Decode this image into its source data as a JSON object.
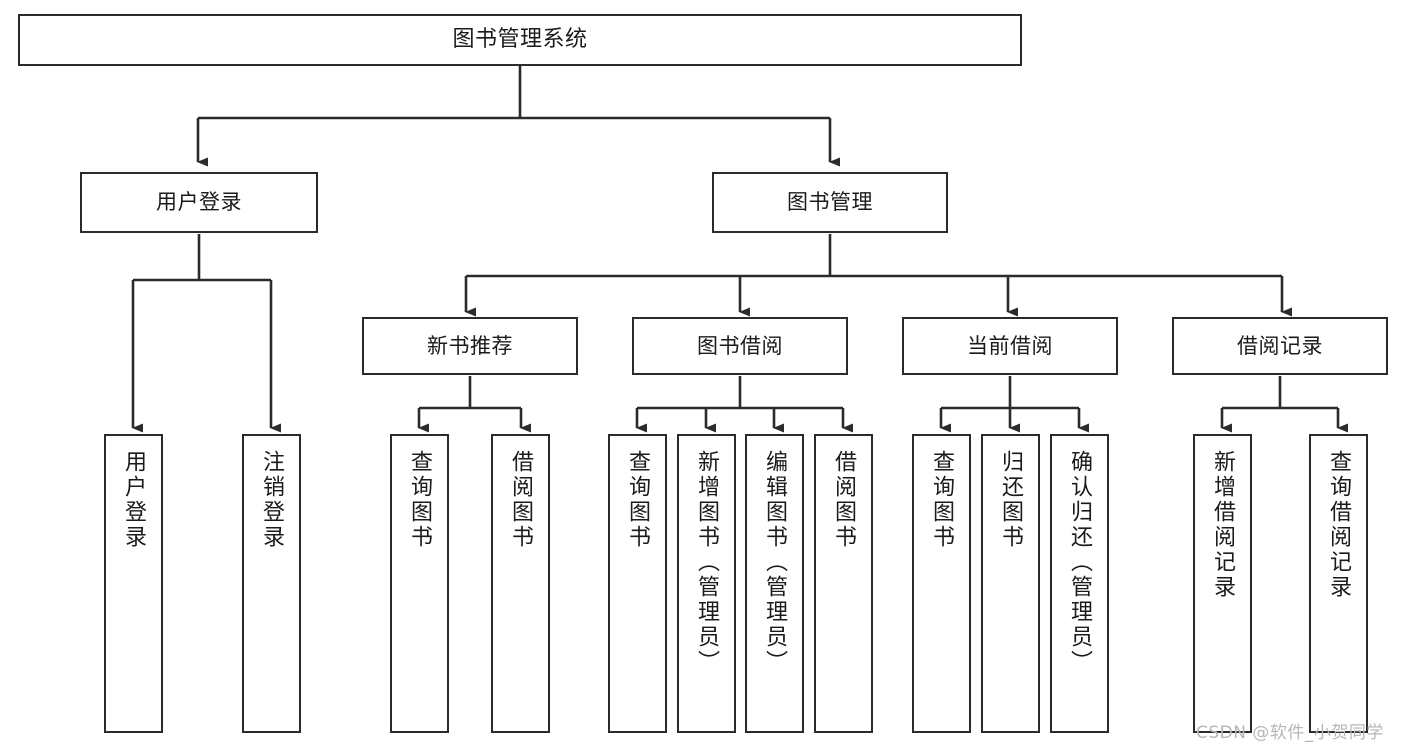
{
  "diagram": {
    "title": "图书管理系统",
    "type": "tree-hierarchy-diagram",
    "watermark": "CSDN @软件_小贺同学",
    "colors": {
      "background": "#ffffff",
      "box_border": "#2b2b2b",
      "box_fill": "#ffffff",
      "text": "#1b1b1b",
      "connector": "#2b2b2b",
      "watermark": "#b6b6b6"
    },
    "nodes": {
      "root": {
        "label": "图书管理系统"
      },
      "level2": [
        {
          "label": "用户登录"
        },
        {
          "label": "图书管理"
        }
      ],
      "level3": [
        {
          "label": "新书推荐"
        },
        {
          "label": "图书借阅"
        },
        {
          "label": "当前借阅"
        },
        {
          "label": "借阅记录"
        }
      ],
      "leaves_user_login": [
        {
          "label": "用户登录"
        },
        {
          "label": "注销登录"
        }
      ],
      "leaves_new_book": [
        {
          "label": "查询图书"
        },
        {
          "label": "借阅图书"
        }
      ],
      "leaves_borrow": [
        {
          "label": "查询图书"
        },
        {
          "label": "新增图书（管理员）"
        },
        {
          "label": "编辑图书（管理员）"
        },
        {
          "label": "借阅图书"
        }
      ],
      "leaves_current": [
        {
          "label": "查询图书"
        },
        {
          "label": "归还图书"
        },
        {
          "label": "确认归还（管理员）"
        }
      ],
      "leaves_record": [
        {
          "label": "新增借阅记录"
        },
        {
          "label": "查询借阅记录"
        }
      ]
    }
  }
}
